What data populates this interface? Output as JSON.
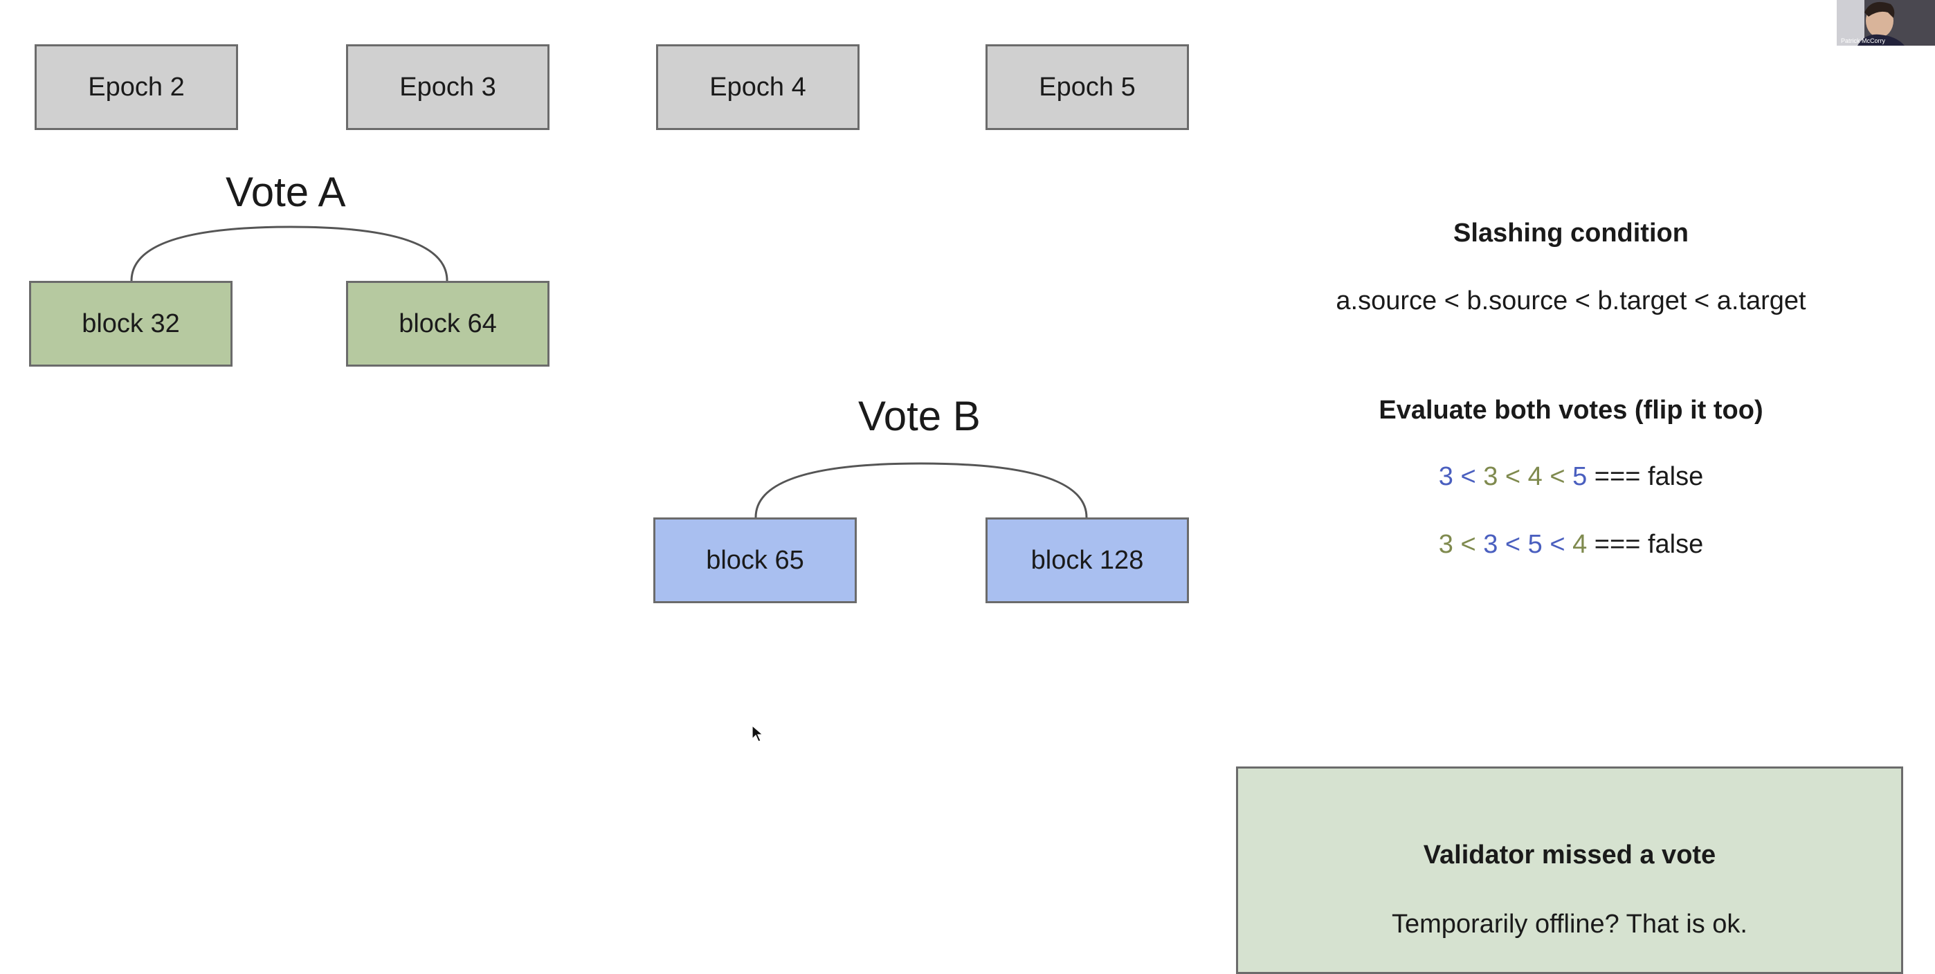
{
  "epochs": [
    {
      "label": "Epoch 2"
    },
    {
      "label": "Epoch 3"
    },
    {
      "label": "Epoch 4"
    },
    {
      "label": "Epoch 5"
    }
  ],
  "vote_a": {
    "label": "Vote A",
    "source": "block 32",
    "target": "block 64",
    "color": "#b6c9a0"
  },
  "vote_b": {
    "label": "Vote B",
    "source": "block 65",
    "target": "block 128",
    "color": "#a9bff0"
  },
  "slashing": {
    "title": "Slashing condition",
    "formula": "a.source < b.source < b.target < a.target"
  },
  "evaluate": {
    "title": "Evaluate both votes (flip it too)",
    "lines": [
      {
        "tokens": [
          {
            "text": "3 < ",
            "color": "blue"
          },
          {
            "text": "3 < 4 < ",
            "color": "olive"
          },
          {
            "text": "5",
            "color": "blue"
          },
          {
            "text": " === false",
            "color": "default"
          }
        ]
      },
      {
        "tokens": [
          {
            "text": "3 < ",
            "color": "olive"
          },
          {
            "text": "3 < 5 < ",
            "color": "blue"
          },
          {
            "text": "4",
            "color": "olive"
          },
          {
            "text": " === false",
            "color": "default"
          }
        ]
      }
    ]
  },
  "missed_vote": {
    "title": "Validator missed a vote",
    "text": "Temporarily offline? That is ok."
  },
  "webcam": {
    "name": "Patrick McCorry"
  }
}
